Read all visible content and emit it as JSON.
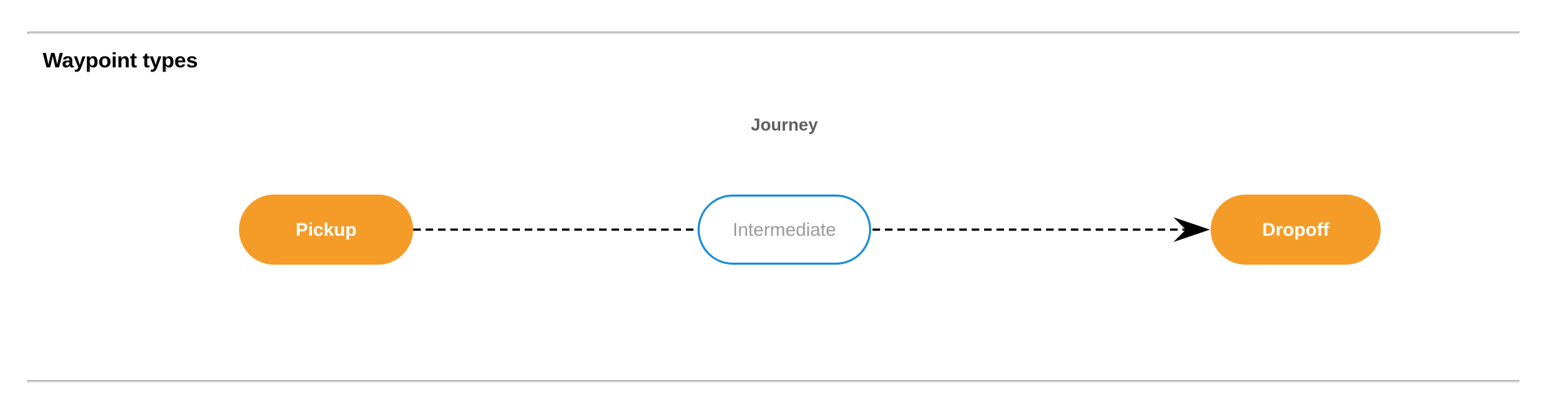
{
  "header": {
    "title": "Waypoint types"
  },
  "diagram": {
    "cluster_label": "Journey",
    "nodes": [
      {
        "id": "pickup",
        "label": "Pickup",
        "style": "filled",
        "fill": "#F59C28",
        "text_color": "#ffffff",
        "shape": "pill"
      },
      {
        "id": "intermediate",
        "label": "Intermediate",
        "style": "outlined",
        "fill": "#ffffff",
        "border_color": "#1a8ed8",
        "text_color": "#9b9b9b",
        "shape": "pill"
      },
      {
        "id": "dropoff",
        "label": "Dropoff",
        "style": "filled",
        "fill": "#F59C28",
        "text_color": "#ffffff",
        "shape": "pill"
      }
    ],
    "edges": [
      {
        "from": "pickup",
        "to": "intermediate",
        "line_style": "dashed",
        "arrowhead": "none",
        "color": "#000000"
      },
      {
        "from": "intermediate",
        "to": "dropoff",
        "line_style": "dashed",
        "arrowhead": "open-v",
        "color": "#000000"
      }
    ]
  },
  "colors": {
    "accent_orange": "#F59C28",
    "accent_blue": "#1a8ed8",
    "divider": "#d9d9d9",
    "label_gray": "#5f5f5f",
    "muted_gray": "#9b9b9b"
  }
}
